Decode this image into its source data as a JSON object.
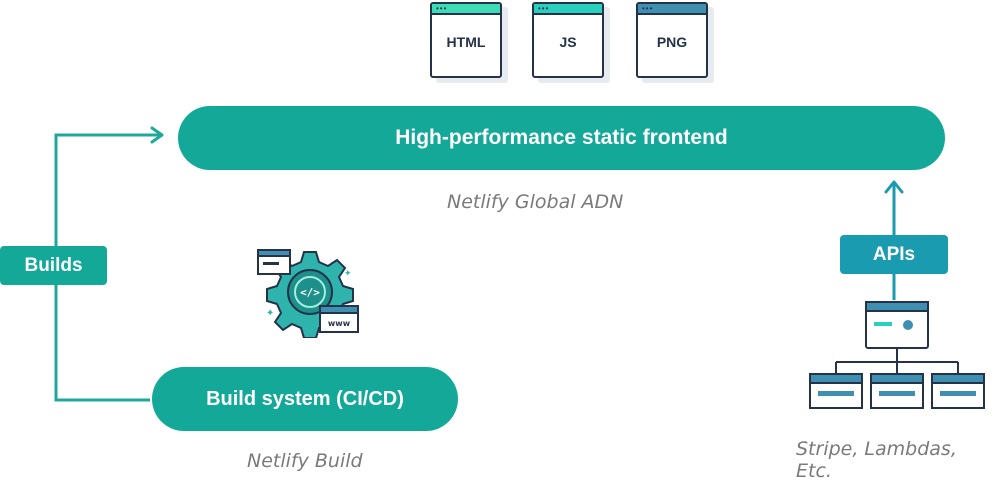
{
  "file_types": [
    {
      "label": "HTML",
      "bar_color": "#3ddcb5"
    },
    {
      "label": "JS",
      "bar_color": "#2ad0be"
    },
    {
      "label": "PNG",
      "bar_color": "#3f8fb0"
    }
  ],
  "frontend": {
    "label": "High-performance static frontend",
    "caption": "Netlify Global ADN"
  },
  "builds": {
    "label": "Builds"
  },
  "build_system": {
    "label": "Build system  (CI/CD)",
    "caption": "Netlify Build"
  },
  "apis": {
    "label": "APIs",
    "caption": "Stripe, Lambdas, Etc."
  },
  "colors": {
    "teal": "#14a899",
    "api_teal": "#1a9bb0",
    "dark": "#24324a",
    "line": "#1fa89a"
  },
  "icons": [
    "gear-code-icon",
    "browser-window-icon",
    "www-icon",
    "server-network-icon"
  ]
}
